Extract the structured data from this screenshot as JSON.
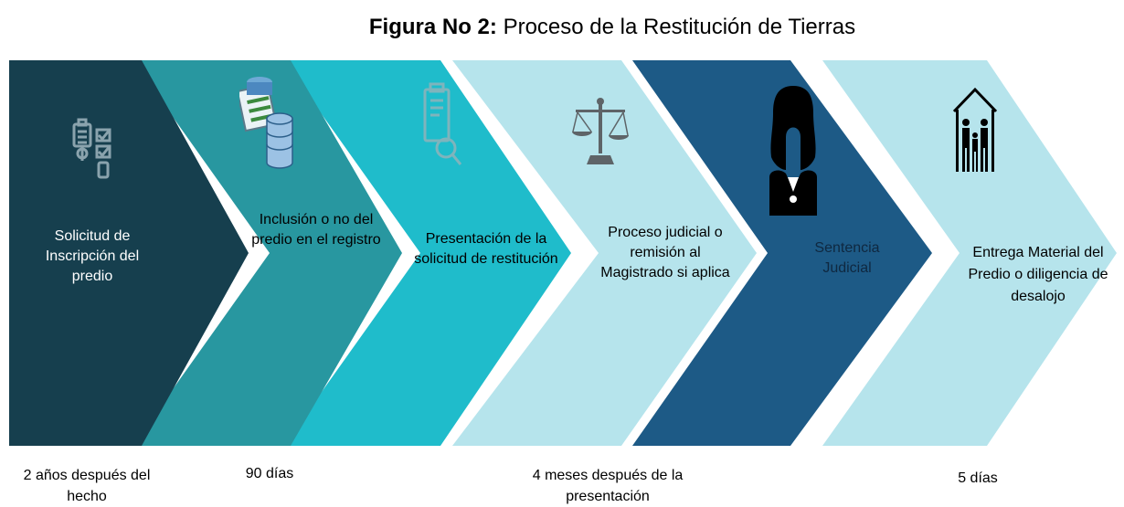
{
  "title": {
    "bold": "Figura No 2:",
    "rest": "Proceso de la Restitución de Tierras"
  },
  "steps": [
    {
      "label": "Solicitud de Inscripción del predio",
      "color": "#163f4e",
      "text_color": "#ffffff",
      "icon": "checklist-icon"
    },
    {
      "label": "Inclusión o no del predio en el registro",
      "color": "#2897a0",
      "text_color": "#000000",
      "icon": "database-documents-icon"
    },
    {
      "label": "Presentación de la solicitud de restitución",
      "color": "#1fbccb",
      "text_color": "#000000",
      "icon": "clipboard-search-icon"
    },
    {
      "label": "Proceso judicial o remisión al Magistrado si aplica",
      "color": "#b6e4ec",
      "text_color": "#000000",
      "icon": "scales-of-justice-icon"
    },
    {
      "label": "Sentencia Judicial",
      "color": "#1d5a86",
      "text_color": "#ffffff",
      "icon": "judge-icon"
    },
    {
      "label": "Entrega Material del Predio o diligencia de desalojo",
      "color": "#b6e4ec",
      "text_color": "#000000",
      "icon": "family-house-icon"
    }
  ],
  "timeline": [
    {
      "text": "2 años después del hecho"
    },
    {
      "text": "90 días"
    },
    {
      "text": "4 meses después de la presentación"
    },
    {
      "text": "5 días"
    }
  ]
}
